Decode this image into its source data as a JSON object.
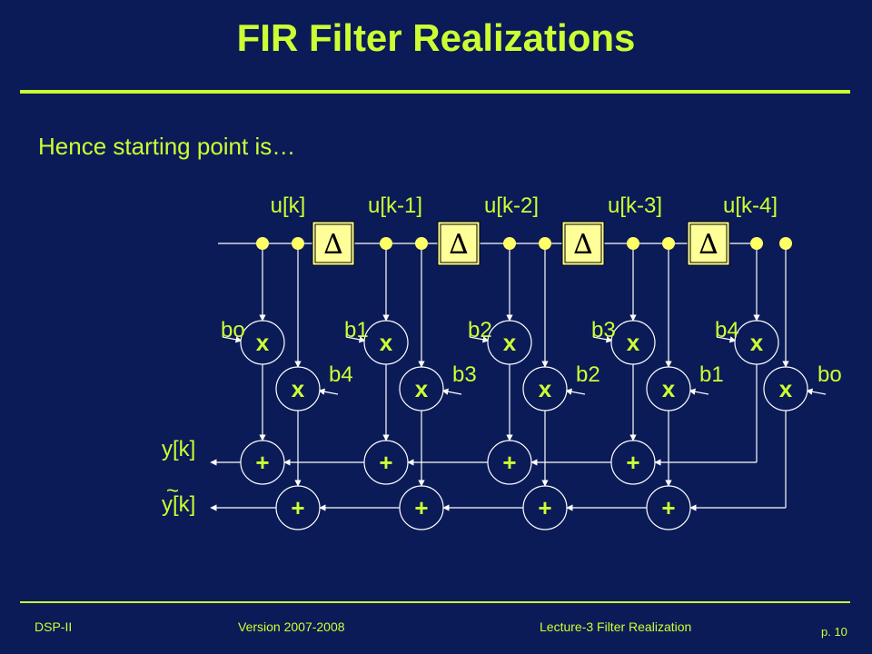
{
  "header": {
    "title": "FIR Filter Realizations"
  },
  "body": {
    "intro": "Hence starting point is…"
  },
  "diagram": {
    "signals": [
      "u[k]",
      "u[k-1]",
      "u[k-2]",
      "u[k-3]",
      "u[k-4]"
    ],
    "delay_symbol": "∆",
    "multiply_symbol": "x",
    "add_symbol": "+",
    "top_row_coefficients": [
      "bo",
      "b1",
      "b2",
      "b3",
      "b4"
    ],
    "bottom_row_coefficients": [
      "b4",
      "b3",
      "b2",
      "b1",
      "bo"
    ],
    "output": "y[k]",
    "output_tilde": "y[k]",
    "tilde": "~"
  },
  "footer": {
    "course": "DSP-II",
    "version": "Version 2007-2008",
    "lecture": "Lecture-3 Filter Realization",
    "page": "p. 10"
  },
  "colors": {
    "background": "#0b1b57",
    "accent": "#ccff33",
    "delay_box": "#ffff99"
  }
}
